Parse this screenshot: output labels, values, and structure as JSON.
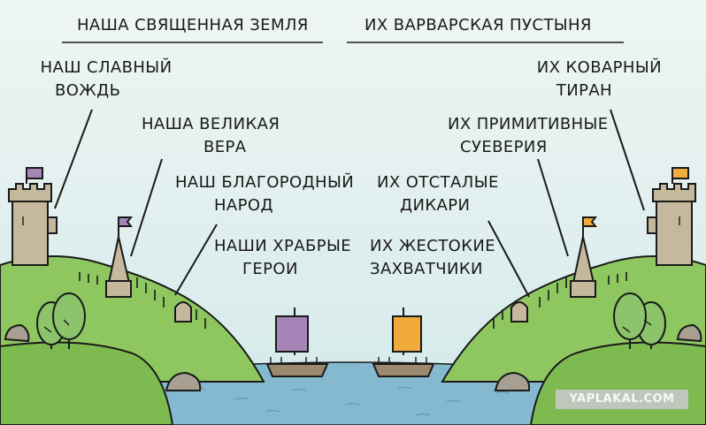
{
  "headers": {
    "left": "НАША СВЯЩЕННАЯ ЗЕМЛЯ",
    "right": "ИХ ВАРВАРСКАЯ ПУСТЫНЯ"
  },
  "left_labels": {
    "leader": [
      "НАШ СЛАВНЫЙ",
      "ВОЖДЬ"
    ],
    "faith": [
      "НАША ВЕЛИКАЯ",
      "ВЕРА"
    ],
    "people": [
      "НАШ БЛАГОРОДНЫЙ",
      "НАРОД"
    ],
    "heroes": [
      "НАШИ ХРАБРЫЕ",
      "ГЕРОИ"
    ]
  },
  "right_labels": {
    "tyrant": [
      "ИХ КОВАРНЫЙ",
      "ТИРАН"
    ],
    "superstition": [
      "ИХ ПРИМИТИВНЫЕ",
      "СУЕВЕРИЯ"
    ],
    "savages": [
      "ИХ ОТСТАЛЫЕ",
      "ДИКАРИ"
    ],
    "invaders": [
      "ИХ ЖЕСТОКИЕ",
      "ЗАХВАТЧИКИ"
    ]
  },
  "watermark": "YAPLAKAL.COM",
  "colors": {
    "sky": "#dbeceb",
    "grass": "#8ec760",
    "grass_dark": "#6fae44",
    "water": "#84b9cf",
    "left_flag": "#a585b8",
    "right_flag": "#f0aa3c",
    "left_sail": "#a585b8",
    "right_sail": "#f0aa3c",
    "stone": "#c6b89d",
    "rock": "#a79f92",
    "tree": "#8bc46a",
    "boat": "#9b8a6e",
    "ink": "#1a1a1a"
  }
}
